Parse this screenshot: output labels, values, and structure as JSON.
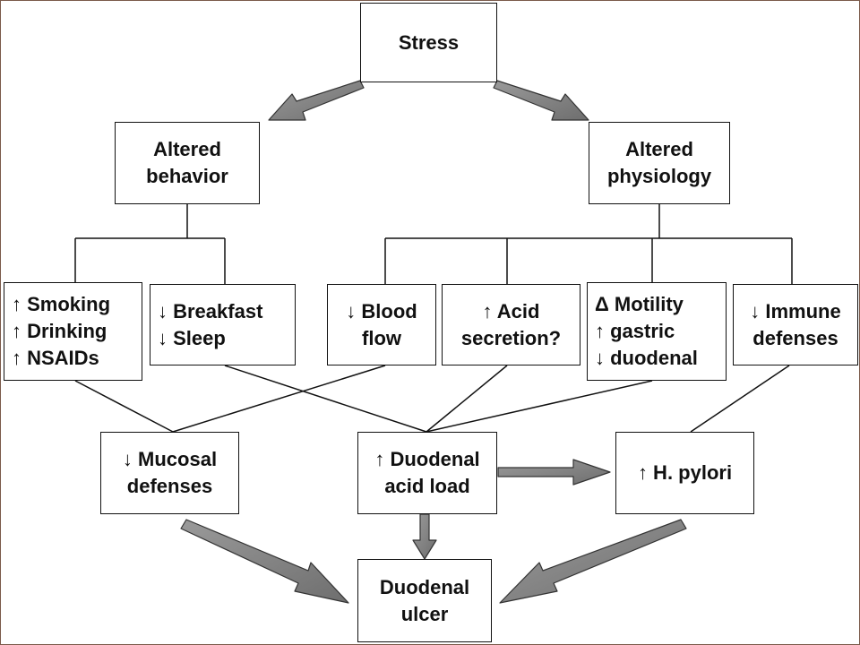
{
  "diagram": {
    "stress": "Stress",
    "altered_behavior": [
      "Altered",
      "behavior"
    ],
    "altered_physiology": [
      "Altered",
      "physiology"
    ],
    "habits": [
      "↑ Smoking",
      "↑ Drinking",
      "↑ NSAIDs"
    ],
    "breakfast_sleep": [
      "↓ Breakfast",
      "↓ Sleep"
    ],
    "blood_flow": [
      "↓ Blood",
      "flow"
    ],
    "acid_secretion": [
      "↑ Acid",
      "secretion?"
    ],
    "motility": [
      "Δ Motility",
      "↑ gastric",
      "↓ duodenal"
    ],
    "immune": [
      "↓ Immune",
      "defenses"
    ],
    "mucosal": [
      "↓ Mucosal",
      "defenses"
    ],
    "duodenal_acid": [
      "↑ Duodenal",
      "acid load"
    ],
    "h_pylori": "↑ H. pylori",
    "ulcer": [
      "Duodenal",
      "ulcer"
    ]
  }
}
